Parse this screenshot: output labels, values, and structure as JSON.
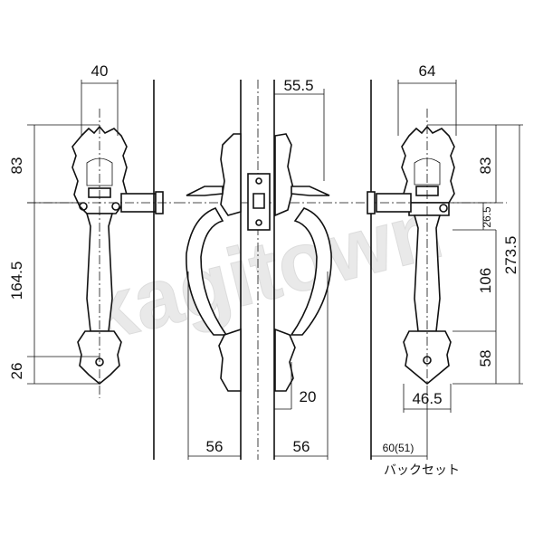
{
  "watermark": "kagitown",
  "dimensions": {
    "front_width": "40",
    "front_top_height": "83",
    "front_handle_length": "164.5",
    "front_bottom_height": "26",
    "side_depth": "55.5",
    "side_lower_offset": "20",
    "side_left_projection": "56",
    "side_right_projection": "56",
    "rear_width": "64",
    "rear_top_height": "83",
    "rear_small_gap": "26.5",
    "rear_handle_length": "106",
    "rear_overall_height": "273.5",
    "rear_bottom_height": "58",
    "rear_bottom_width": "46.5",
    "backset": "60(51)"
  },
  "caption": "バックセット"
}
